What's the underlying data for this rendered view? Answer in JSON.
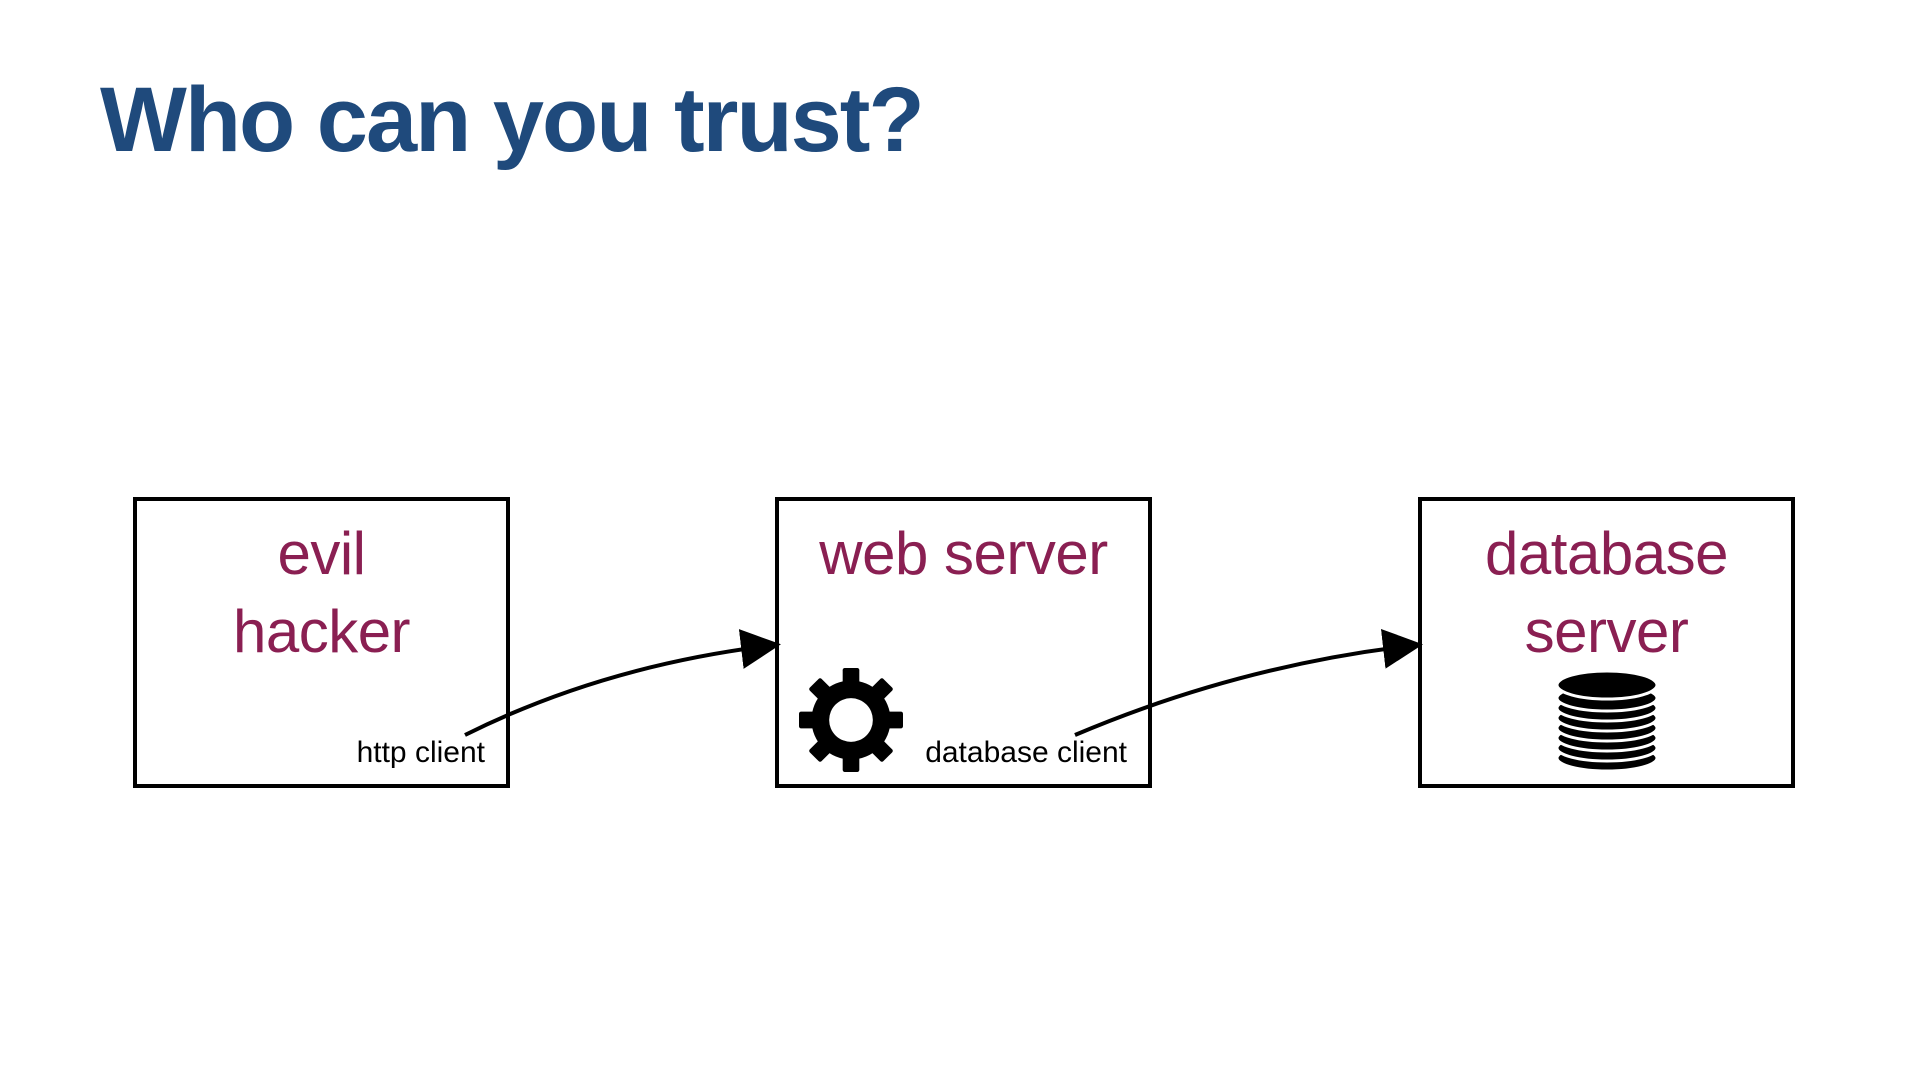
{
  "title": "Who can you trust?",
  "colors": {
    "title": "#1f4a7c",
    "node_label": "#8a1f52",
    "stroke": "#000000",
    "background": "#ffffff"
  },
  "nodes": [
    {
      "title_lines": [
        "evil",
        "hacker"
      ],
      "sub_label": "http client"
    },
    {
      "title_lines": [
        "web server"
      ],
      "sub_label": "database client",
      "icon": "gear-icon"
    },
    {
      "title_lines": [
        "database",
        "server"
      ],
      "icon": "database-icon"
    }
  ],
  "edges": [
    {
      "from": "evil hacker",
      "to": "web server"
    },
    {
      "from": "web server",
      "to": "database server"
    }
  ]
}
